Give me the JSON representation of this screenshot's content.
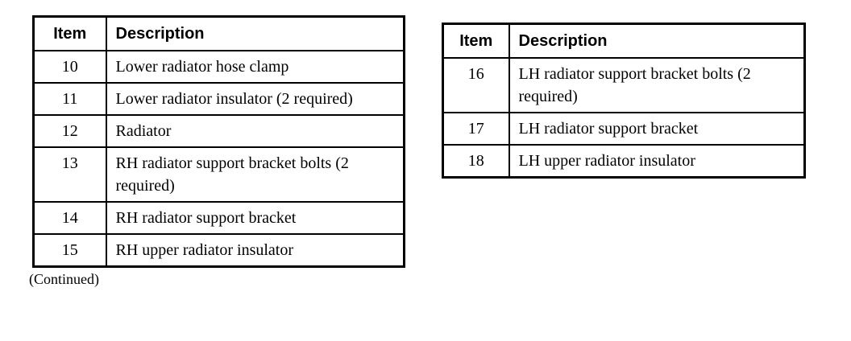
{
  "tables": [
    {
      "name": "left-parts-table",
      "headers": [
        "Item",
        "Description"
      ],
      "rows": [
        {
          "item": "10",
          "description": "Lower radiator hose clamp"
        },
        {
          "item": "11",
          "description": "Lower radiator insulator (2 required)"
        },
        {
          "item": "12",
          "description": "Radiator"
        },
        {
          "item": "13",
          "description": "RH radiator support bracket bolts (2 required)"
        },
        {
          "item": "14",
          "description": "RH radiator support bracket"
        },
        {
          "item": "15",
          "description": "RH upper radiator insulator"
        }
      ],
      "footnote": "(Continued)"
    },
    {
      "name": "right-parts-table",
      "headers": [
        "Item",
        "Description"
      ],
      "rows": [
        {
          "item": "16",
          "description": "LH radiator support bracket bolts (2 required)"
        },
        {
          "item": "17",
          "description": "LH radiator support bracket"
        },
        {
          "item": "18",
          "description": "LH upper radiator insulator"
        }
      ]
    }
  ],
  "colors": {
    "background": "#ffffff",
    "border": "#000000",
    "text": "#000000"
  }
}
